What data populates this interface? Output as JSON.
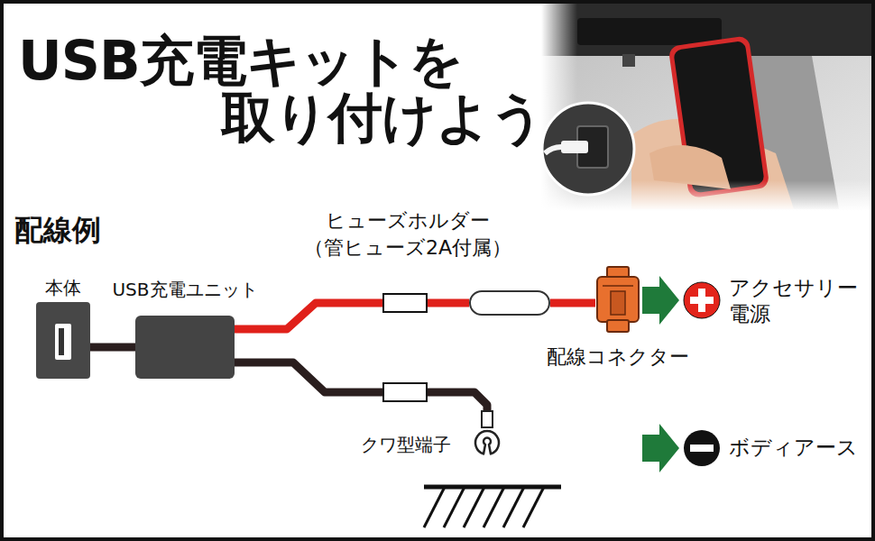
{
  "diagram": {
    "title": "USB充電キットを 取り付けよう",
    "nodes": [
      {
        "text": [
          "本体"
        ]
      },
      {
        "text": [
          "USB充電ユニット"
        ]
      },
      {
        "text": [
          "ヒューズホルダー",
          "（管ヒューズ2A付属）"
        ]
      },
      {
        "text": [
          "配線コネクター"
        ]
      },
      {
        "text": [
          "アクセサリー 電源"
        ]
      },
      {
        "text": [
          "クワ型端子"
        ]
      },
      {
        "text": [
          "ボディアース"
        ]
      }
    ],
    "edges": [
      {
        "from": 0,
        "to": 1,
        "arrow": "none"
      },
      {
        "from": 1,
        "to": 2,
        "arrow": "none"
      },
      {
        "from": 2,
        "to": 3,
        "arrow": "none"
      },
      {
        "from": 3,
        "to": 4,
        "arrow": "to"
      },
      {
        "from": 1,
        "to": 5,
        "arrow": "none"
      }
    ],
    "labels": [
      "配線例"
    ]
  }
}
